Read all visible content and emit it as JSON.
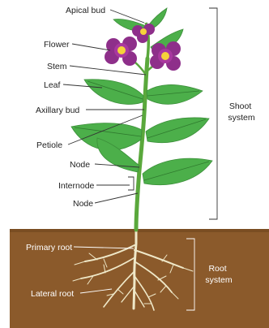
{
  "labels": {
    "apical_bud": "Apical bud",
    "flower": "Flower",
    "stem": "Stem",
    "leaf": "Leaf",
    "axillary_bud": "Axillary bud",
    "petiole": "Petiole",
    "node_upper": "Node",
    "internode": "Internode",
    "node_lower": "Node",
    "primary_root": "Primary root",
    "lateral_root": "Lateral root"
  },
  "systems": {
    "shoot": [
      "Shoot",
      "system"
    ],
    "root": [
      "Root",
      "system"
    ]
  },
  "colors": {
    "soil": "#8b5a2b",
    "leaf": "#4caf4a",
    "stem": "#5aa83c",
    "petal": "#8e2f8a",
    "flower_center": "#f5d33a",
    "root": "#f1ecd0"
  }
}
